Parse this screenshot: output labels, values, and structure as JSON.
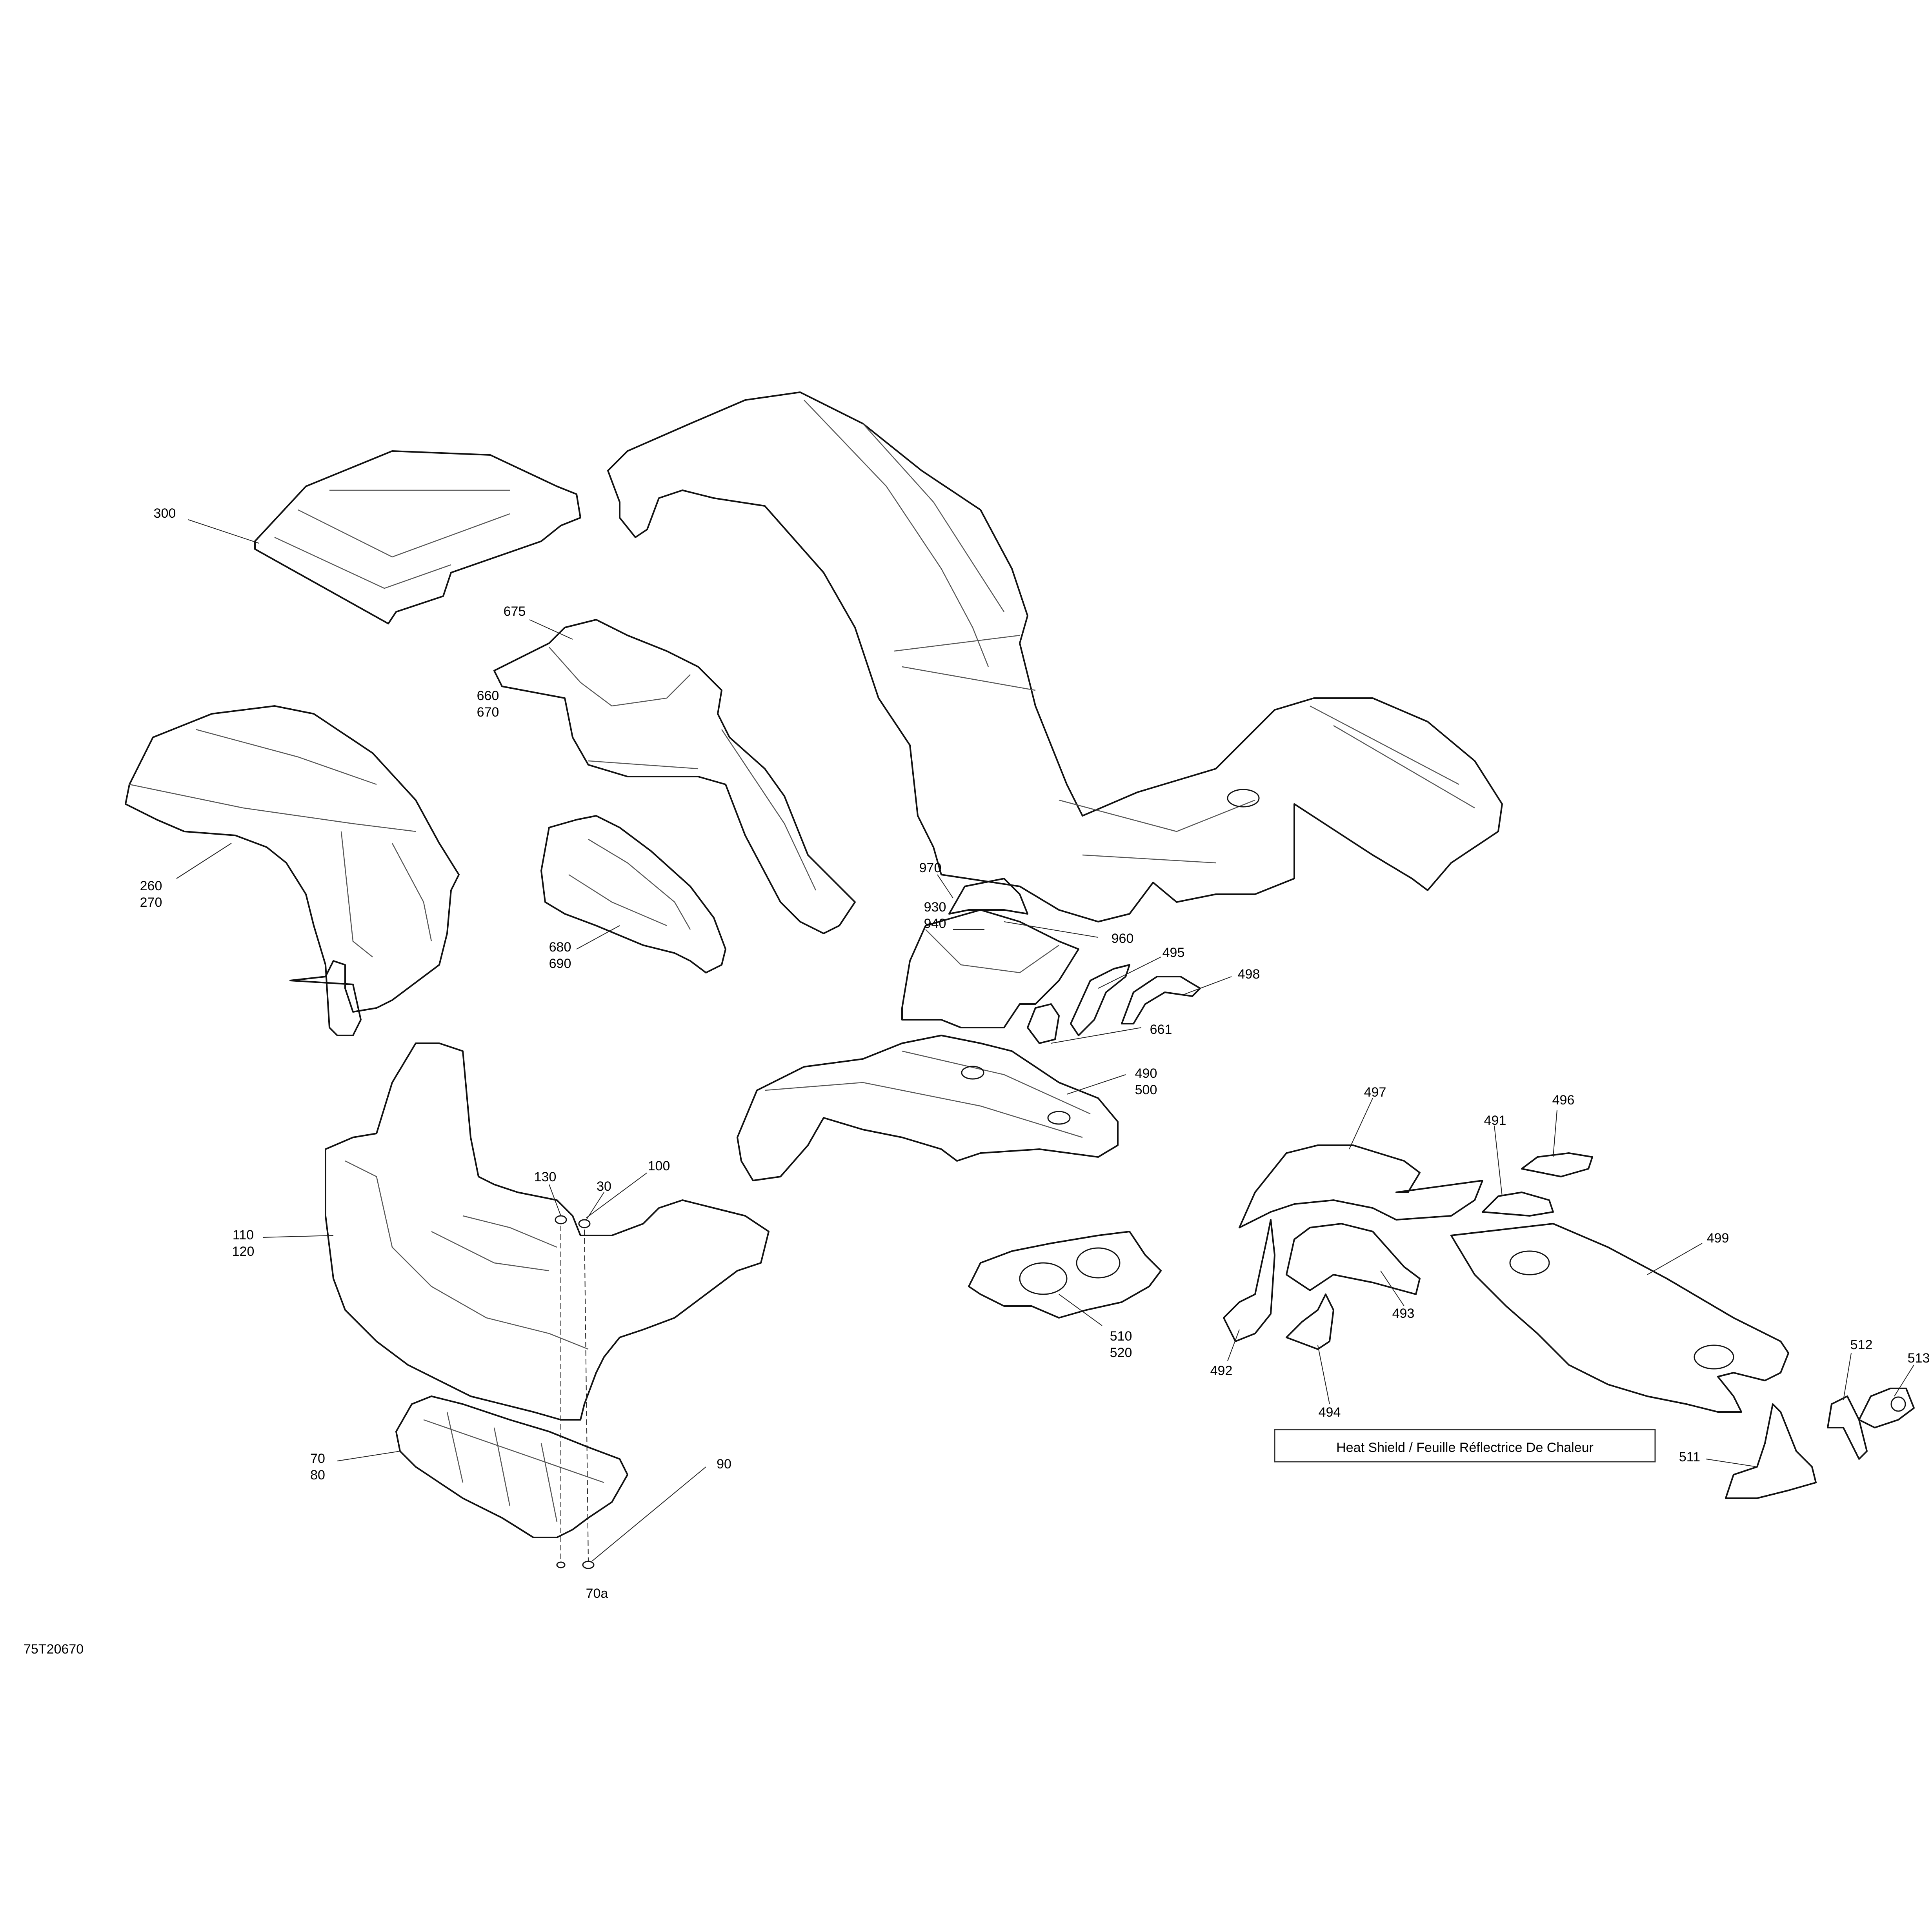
{
  "figure_code": "75T20670",
  "heat_shield_label": "Heat Shield / Feuille Réflectrice De Chaleur",
  "callouts": {
    "c300": [
      "300"
    ],
    "c675": [
      "675"
    ],
    "c660": [
      "660",
      "670"
    ],
    "c260": [
      "260",
      "270"
    ],
    "c680": [
      "680",
      "690"
    ],
    "c970": [
      "970"
    ],
    "c930": [
      "930",
      "940"
    ],
    "c960": [
      "960"
    ],
    "c495": [
      "495"
    ],
    "c498": [
      "498"
    ],
    "c661": [
      "661"
    ],
    "c490": [
      "490",
      "500"
    ],
    "c497": [
      "497"
    ],
    "c491": [
      "491"
    ],
    "c496": [
      "496"
    ],
    "c499": [
      "499"
    ],
    "c130": [
      "130"
    ],
    "c30": [
      "30"
    ],
    "c100": [
      "100"
    ],
    "c110": [
      "110",
      "120"
    ],
    "c510": [
      "510",
      "520"
    ],
    "c493": [
      "493"
    ],
    "c492": [
      "492"
    ],
    "c494": [
      "494"
    ],
    "c512": [
      "512"
    ],
    "c513": [
      "513"
    ],
    "c511": [
      "511"
    ],
    "c70": [
      "70",
      "80"
    ],
    "c90": [
      "90"
    ],
    "c70a": [
      "70a"
    ]
  }
}
